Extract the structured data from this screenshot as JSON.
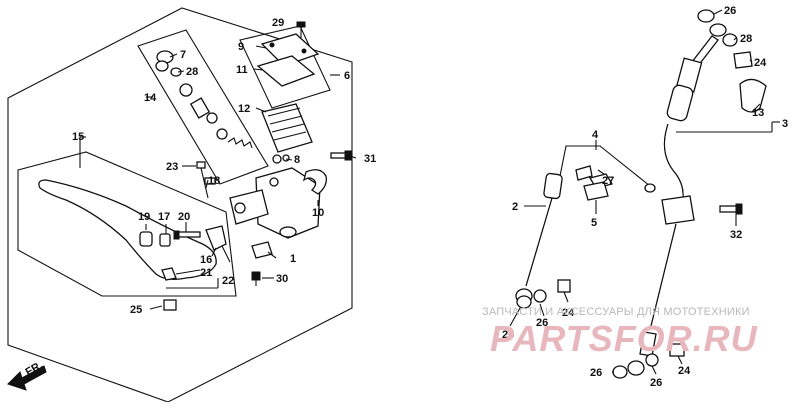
{
  "callouts": {
    "c1": "1",
    "c2": "2",
    "c3": "3",
    "c4": "4",
    "c5": "5",
    "c6": "6",
    "c7": "7",
    "c8": "8",
    "c9": "9",
    "c10": "10",
    "c11": "11",
    "c12": "12",
    "c13": "13",
    "c14": "14",
    "c15": "15",
    "c16": "16",
    "c17": "17",
    "c18": "18",
    "c19": "19",
    "c20": "20",
    "c21": "21",
    "c22": "22",
    "c23": "23",
    "c24": "24",
    "c25": "25",
    "c26": "26",
    "c27": "27",
    "c28": "28",
    "c29": "29",
    "c30": "30",
    "c31": "31",
    "c32": "32"
  },
  "direction_label": "FR.",
  "watermark": {
    "caption": "ЗАПЧАСТИ И АКСЕССУАРЫ ДЛЯ МОТОТЕХНИКИ",
    "brand": "PARTSFOR.RU"
  }
}
